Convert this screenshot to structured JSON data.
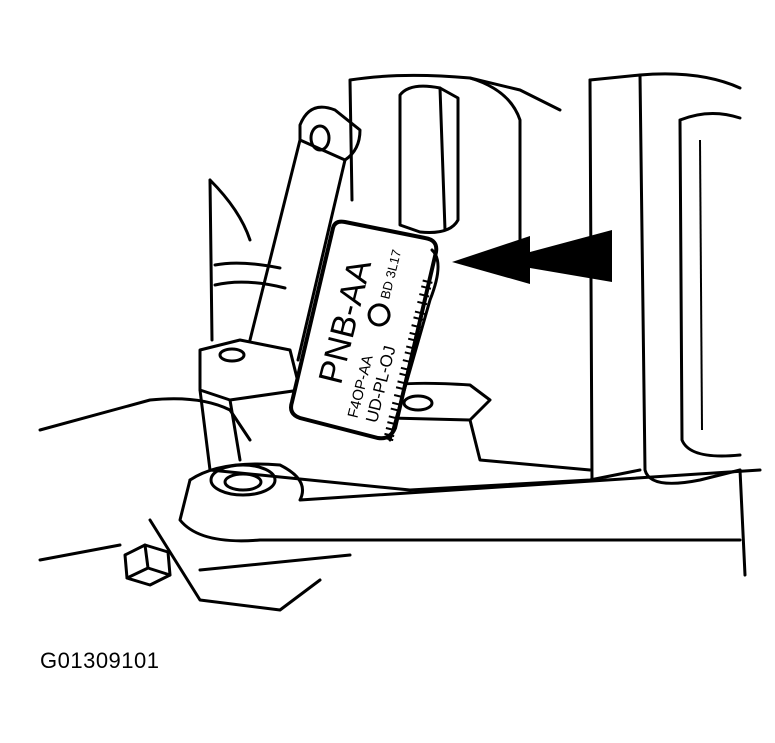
{
  "figure": {
    "caption_code": "G01309101",
    "tag": {
      "part_number": "PNB-AA",
      "line2": "F4OP-AA",
      "line3": "UD-PL-OJ",
      "code": "BD 3L17"
    },
    "arrow": {
      "color": "#000000",
      "points_to": "tag"
    }
  }
}
